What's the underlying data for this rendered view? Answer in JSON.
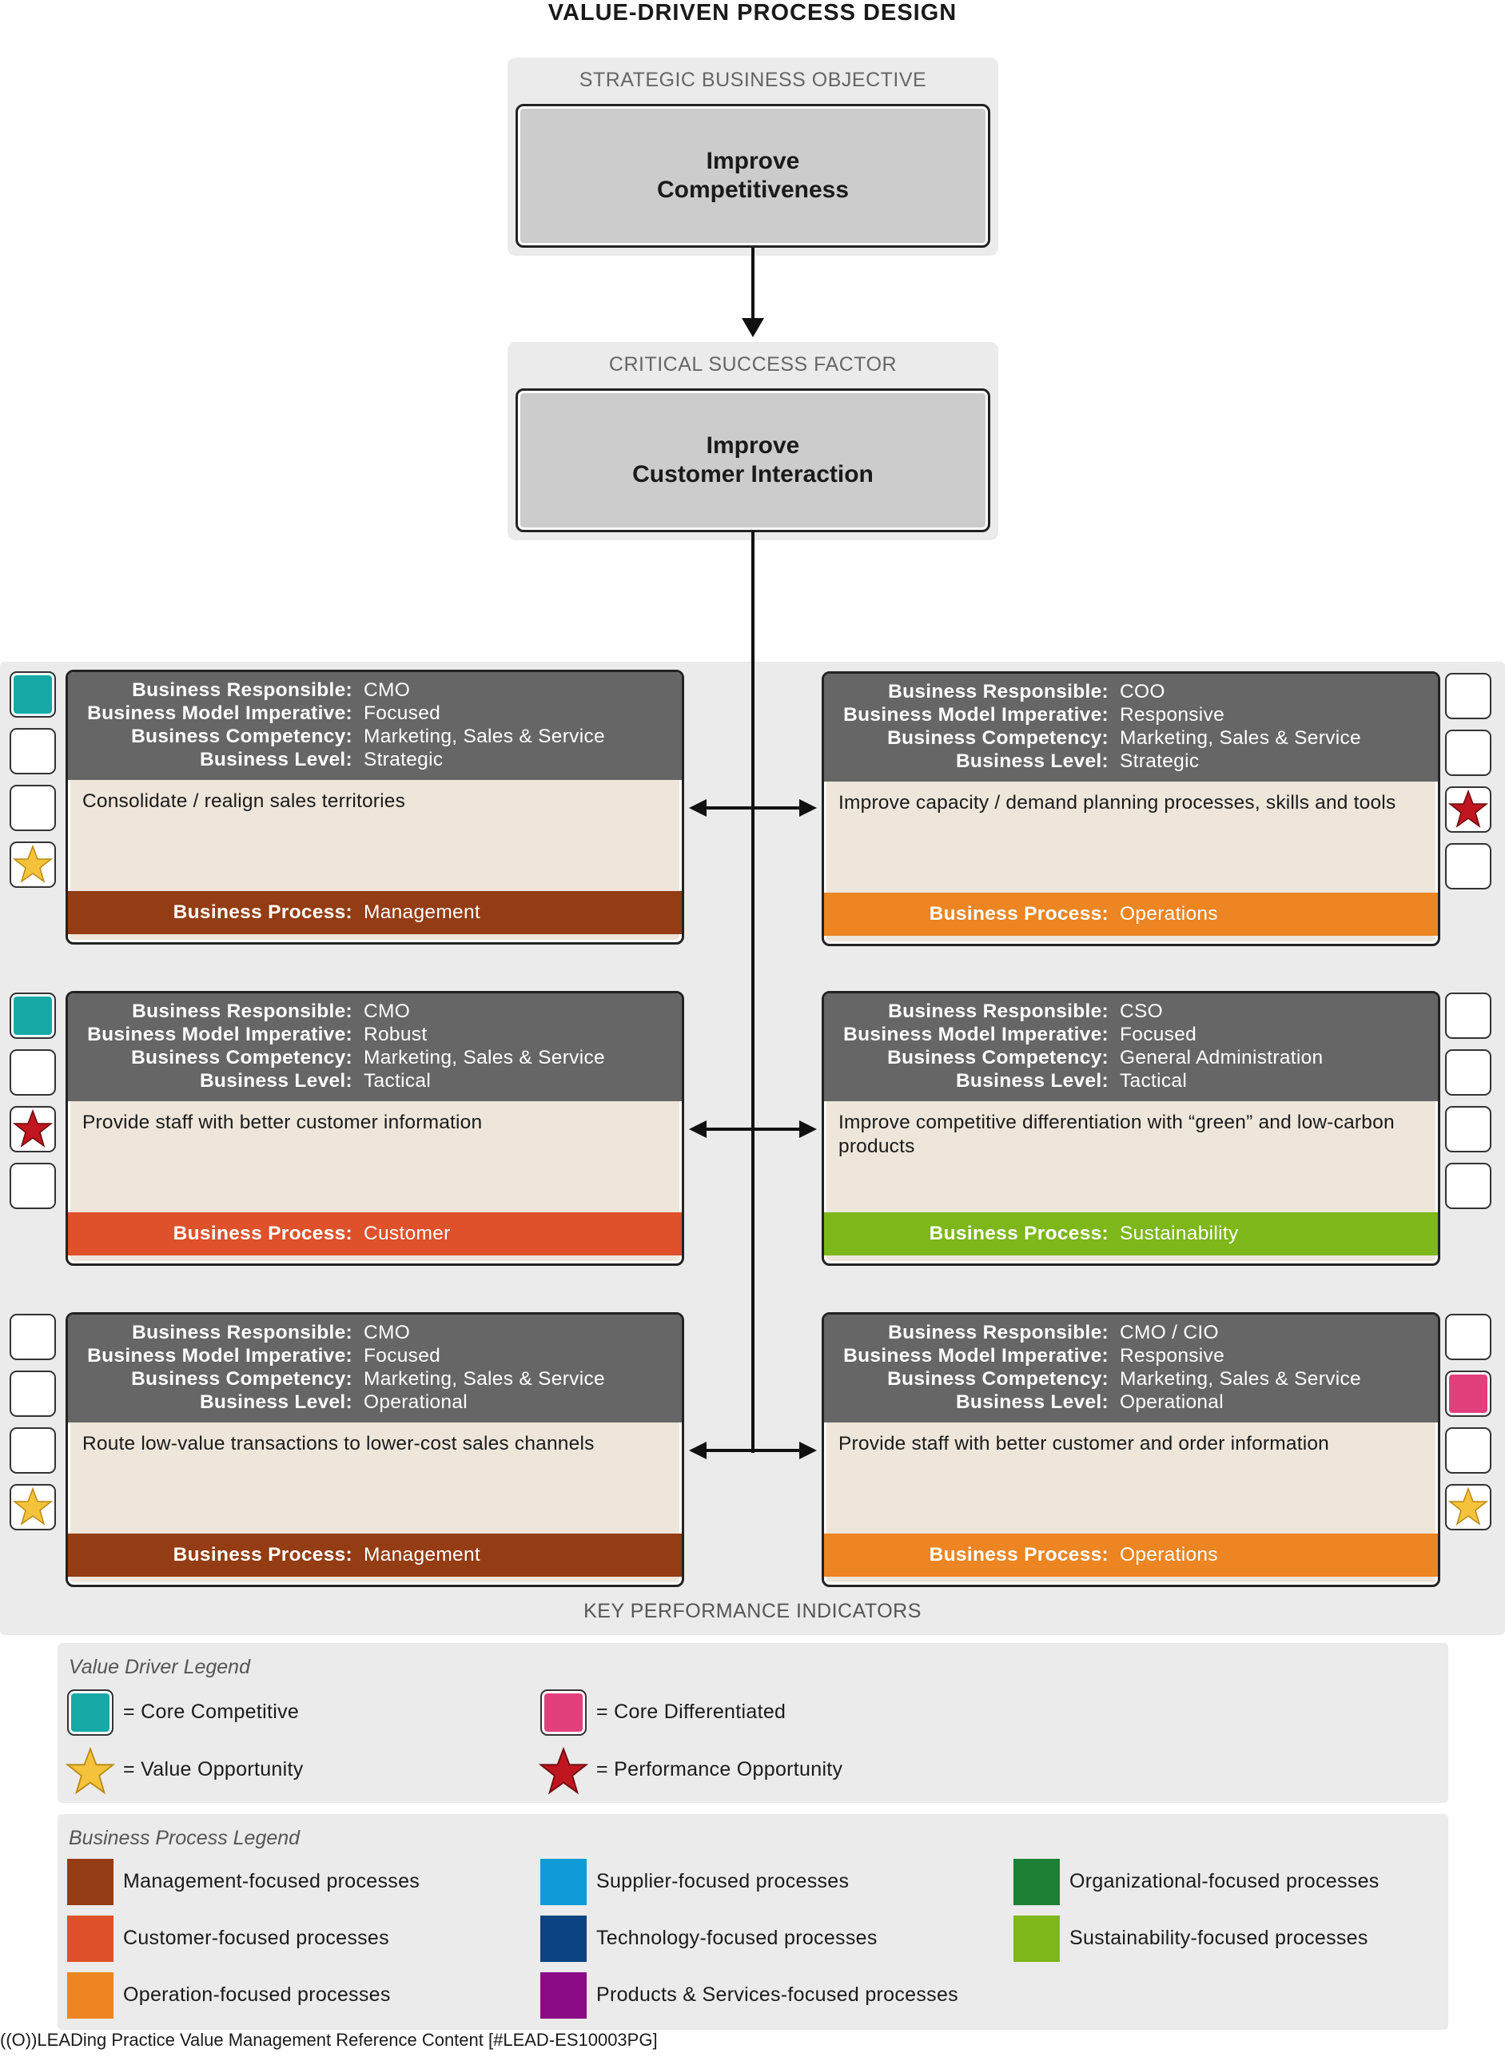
{
  "title": "VALUE-DRIVEN PROCESS DESIGN",
  "objective": {
    "caption": "STRATEGIC BUSINESS OBJECTIVE",
    "text": "Improve\nCompetitiveness"
  },
  "csf": {
    "caption": "CRITICAL SUCCESS FACTOR",
    "text": "Improve\nCustomer Interaction"
  },
  "kpi_caption": "KEY PERFORMANCE INDICATORS",
  "attr_labels": {
    "responsible": "Business Responsible:",
    "imperative": "Business Model Imperative:",
    "competency": "Business Competency:",
    "level": "Business Level:",
    "process": "Business Process:"
  },
  "cards": [
    {
      "responsible": "CMO",
      "imperative": "Focused",
      "competency": "Marketing, Sales & Service",
      "level": "Strategic",
      "description": "Consolidate / realign sales territories",
      "process": "Management",
      "process_color": "#943c13",
      "indicators": [
        "core-competitive",
        "empty",
        "empty",
        "value-opportunity"
      ]
    },
    {
      "responsible": "COO",
      "imperative": "Responsive",
      "competency": "Marketing, Sales & Service",
      "level": "Strategic",
      "description": "Improve capacity / demand planning processes, skills and tools",
      "process": "Operations",
      "process_color": "#ec8522",
      "indicators": [
        "empty",
        "empty",
        "performance-opportunity",
        "empty"
      ]
    },
    {
      "responsible": "CMO",
      "imperative": "Robust",
      "competency": "Marketing, Sales & Service",
      "level": "Tactical",
      "description": "Provide staff with better customer information",
      "process": "Customer",
      "process_color": "#de512a",
      "indicators": [
        "core-competitive",
        "empty",
        "performance-opportunity",
        "empty"
      ]
    },
    {
      "responsible": "CSO",
      "imperative": "Focused",
      "competency": "General Administration",
      "level": "Tactical",
      "description": "Improve competitive differentiation with “green” and low-carbon products",
      "process": "Sustainability",
      "process_color": "#7db71a",
      "indicators": [
        "empty",
        "empty",
        "empty",
        "empty"
      ]
    },
    {
      "responsible": "CMO",
      "imperative": "Focused",
      "competency": "Marketing, Sales & Service",
      "level": "Operational",
      "description": "Route low-value transactions to lower-cost sales channels",
      "process": "Management",
      "process_color": "#943c13",
      "indicators": [
        "empty",
        "empty",
        "empty",
        "value-opportunity"
      ]
    },
    {
      "responsible": "CMO / CIO",
      "imperative": "Responsive",
      "competency": "Marketing, Sales & Service",
      "level": "Operational",
      "description": "Provide staff with better customer and order information",
      "process": "Operations",
      "process_color": "#ec8522",
      "indicators": [
        "empty",
        "core-differentiated",
        "empty",
        "value-opportunity"
      ]
    }
  ],
  "value_driver_legend": {
    "title": "Value Driver Legend",
    "items": [
      {
        "icon": "core-competitive",
        "label": "= Core Competitive",
        "color": "#16a9a5"
      },
      {
        "icon": "core-differentiated",
        "label": "= Core Differentiated",
        "color": "#e2407d"
      },
      {
        "icon": "value-opportunity",
        "label": "= Value Opportunity",
        "color": "#f5c33b"
      },
      {
        "icon": "performance-opportunity",
        "label": "= Performance Opportunity",
        "color": "#c0161f"
      }
    ]
  },
  "process_legend": {
    "title": "Business Process Legend",
    "items": [
      {
        "label": "Management-focused processes",
        "color": "#943c13"
      },
      {
        "label": "Customer-focused processes",
        "color": "#de512a"
      },
      {
        "label": "Operation-focused processes",
        "color": "#ec8522"
      },
      {
        "label": "Supplier-focused processes",
        "color": "#119ad8"
      },
      {
        "label": "Technology-focused processes",
        "color": "#0c4382"
      },
      {
        "label": "Products & Services-focused processes",
        "color": "#8b0b86"
      },
      {
        "label": "Organizational-focused processes",
        "color": "#1c7f33"
      },
      {
        "label": "Sustainability-focused processes",
        "color": "#7db71a"
      }
    ]
  },
  "footer": "((O))LEADing Practice Value Management Reference Content [#LEAD-ES10003PG]"
}
